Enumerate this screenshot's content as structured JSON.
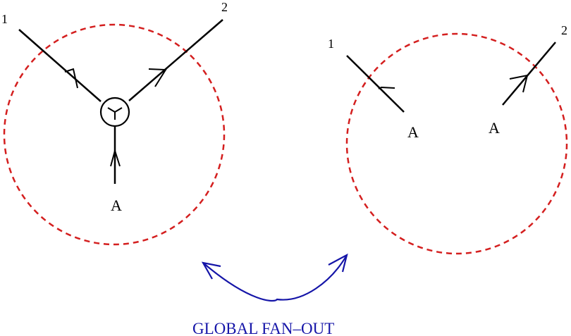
{
  "colors": {
    "ink": "#000000",
    "circle": "#d41f1f",
    "fanout": "#1515a8"
  },
  "left_panel": {
    "leg_1_label": "1",
    "leg_2_label": "2",
    "source_label": "A",
    "vertex_icon": "trivalent-vertex-icon"
  },
  "right_panel": {
    "leg_1_label": "1",
    "leg_2_label": "2",
    "source_1_label": "A",
    "source_2_label": "A"
  },
  "fanout": {
    "label": "GLOBAL FAN–OUT"
  }
}
